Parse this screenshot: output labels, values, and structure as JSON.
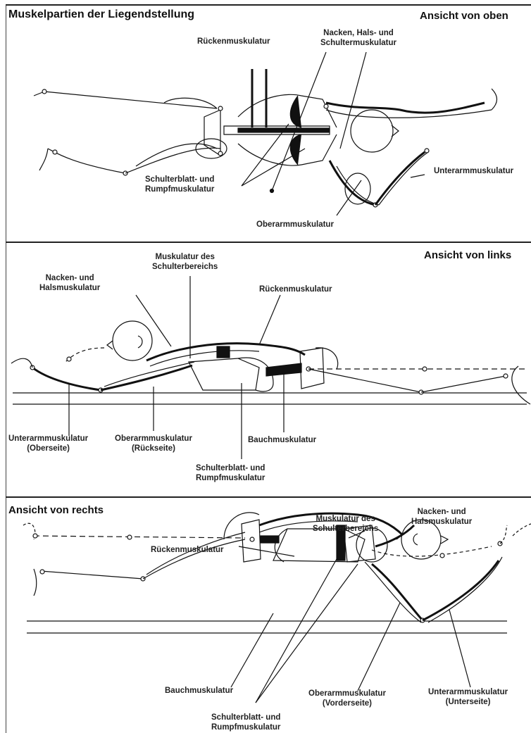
{
  "page_title": "Muskelpartien der Liegendstellung",
  "panels": [
    {
      "view": "Ansicht von oben",
      "labels": {
        "back": "Rückenmuskulatur",
        "neck": "Nacken, Hals- und\nSchultermuskulatur",
        "shoulderblade": "Schulterblatt- und\nRumpfmuskulatur",
        "forearm": "Unterarmmuskulatur",
        "upperarm": "Oberarmmuskulatur"
      }
    },
    {
      "view": "Ansicht von links",
      "labels": {
        "shoulder_area": "Muskulatur des\nSchulterbereichs",
        "neck": "Nacken- und\nHalsmuskulatur",
        "back": "Rückenmuskulatur",
        "forearm": "Unterarmmuskulatur\n(Oberseite)",
        "upperarm": "Oberarmmuskulatur\n(Rückseite)",
        "abdomen": "Bauchmuskulatur",
        "shoulderblade": "Schulterblatt- und\nRumpfmuskulatur"
      }
    },
    {
      "view": "Ansicht von rechts",
      "labels": {
        "shoulder_area": "Muskulatur des\nSchulterbereichs",
        "neck": "Nacken- und\nHalsmuskulatur",
        "back": "Rückenmuskulatur",
        "abdomen": "Bauchmuskulatur",
        "upperarm": "Oberarmmuskulatur\n(Vorderseite)",
        "forearm": "Unterarmmuskulatur\n(Unterseite)",
        "shoulderblade": "Schulterblatt- und\nRumpfmuskulatur"
      }
    }
  ]
}
